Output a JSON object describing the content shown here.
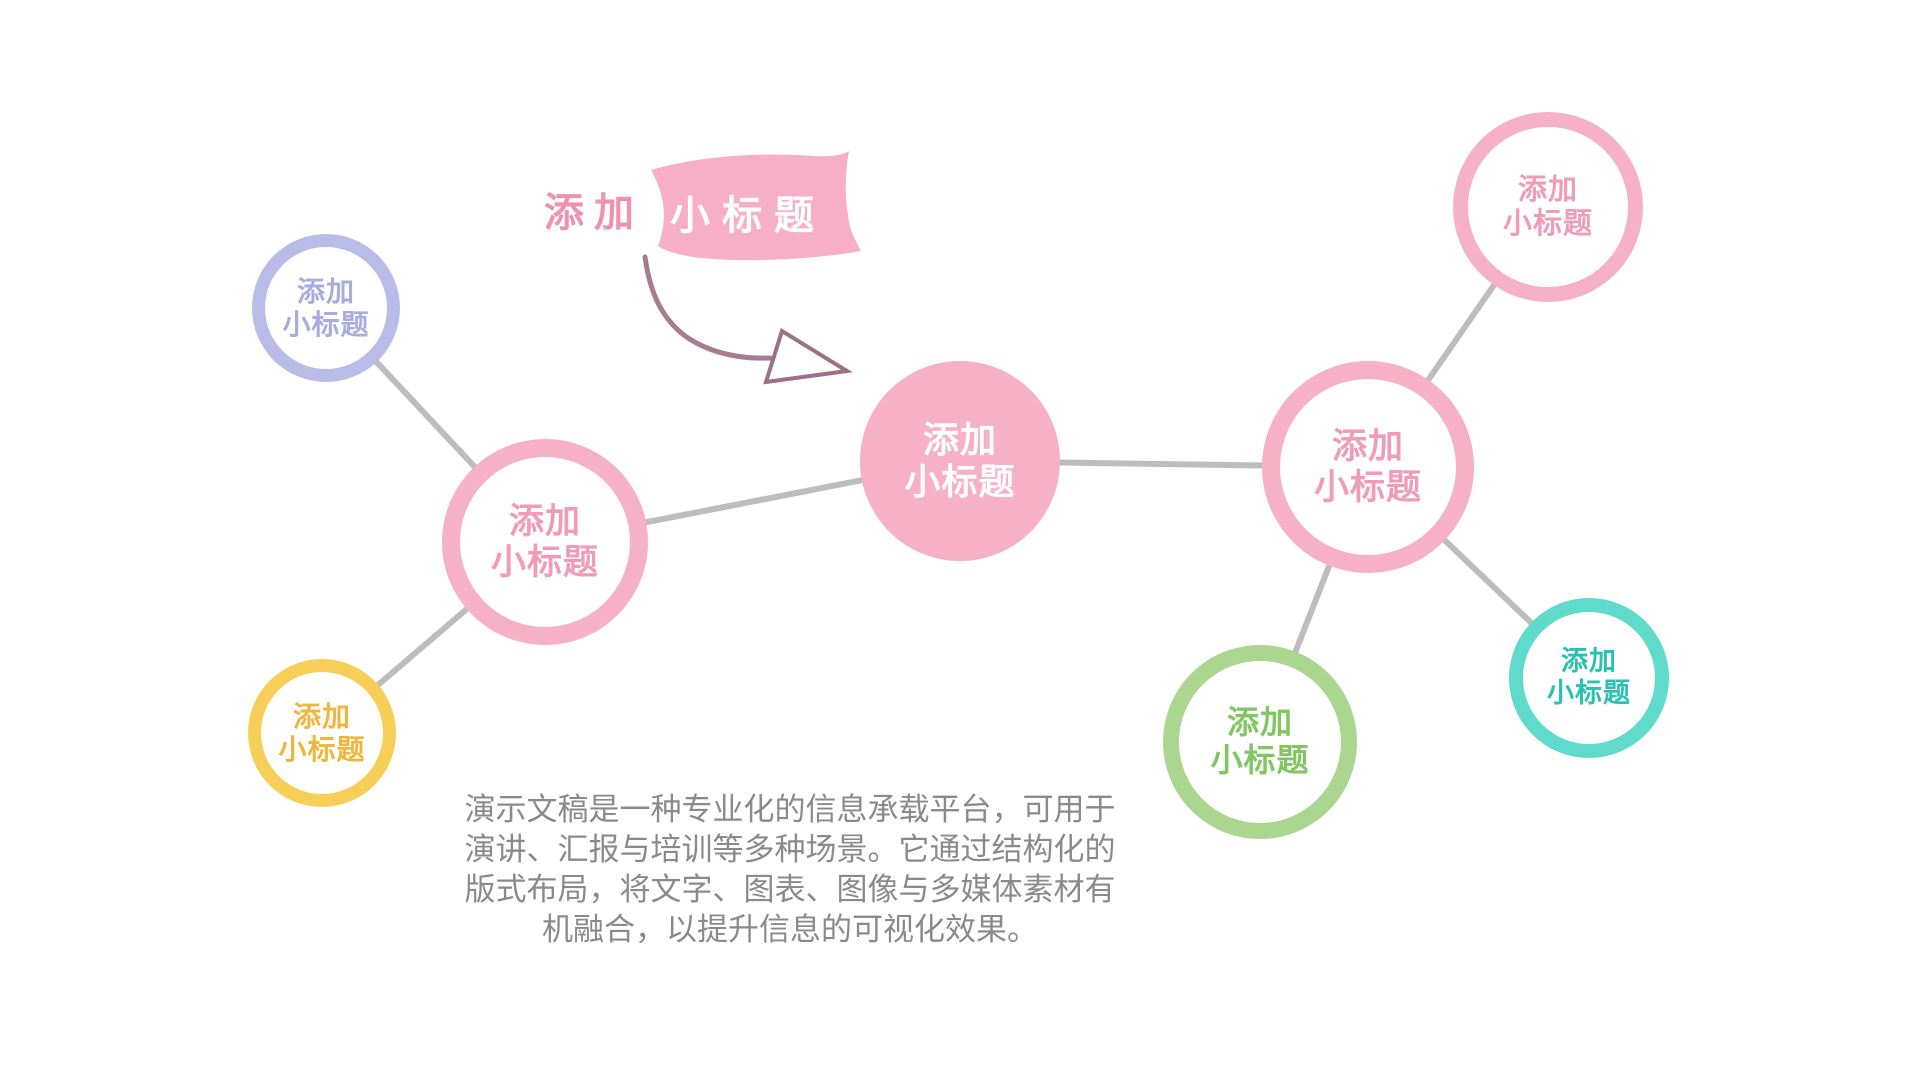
{
  "slide": {
    "background_color": "#FFFFFF",
    "connector_color": "#BDBDBD",
    "arrow_color": "#A87C90",
    "title": {
      "prefix": "添加",
      "banner_label": "小标题",
      "banner_color": "#F6AFC7",
      "prefix_color": "#F191B1"
    },
    "nodes": {
      "center": {
        "label": "添加\n小标题",
        "color": "#F6B1C6",
        "text_color": "#FFFFFF",
        "style": "filled"
      },
      "hub_left": {
        "label": "添加\n小标题",
        "color": "#F6B1C6",
        "text_color": "#F09CB9",
        "style": "ring"
      },
      "hub_right": {
        "label": "添加\n小标题",
        "color": "#F6B1C6",
        "text_color": "#F09CB9",
        "style": "ring"
      },
      "top_left": {
        "label": "添加\n小标题",
        "color": "#B9BCE7",
        "text_color": "#A9ACDF",
        "style": "ring"
      },
      "bottom_left": {
        "label": "添加\n小标题",
        "color": "#F7CE58",
        "text_color": "#F2B53C",
        "style": "ring"
      },
      "top_right": {
        "label": "添加\n小标题",
        "color": "#F6B1C6",
        "text_color": "#F09CB9",
        "style": "ring"
      },
      "bottom_green": {
        "label": "添加\n小标题",
        "color": "#ABD690",
        "text_color": "#82C662",
        "style": "ring"
      },
      "bottom_teal": {
        "label": "添加\n小标题",
        "color": "#5FDACB",
        "text_color": "#2BC1B0",
        "style": "ring"
      }
    },
    "paragraph": "演示文稿是一种专业化的信息承载平台，可用于\n演讲、汇报与培训等多种场景。它通过结构化的\n版式布局，将文字、图表、图像与多媒体素材有\n机融合，以提升信息的可视化效果。"
  }
}
